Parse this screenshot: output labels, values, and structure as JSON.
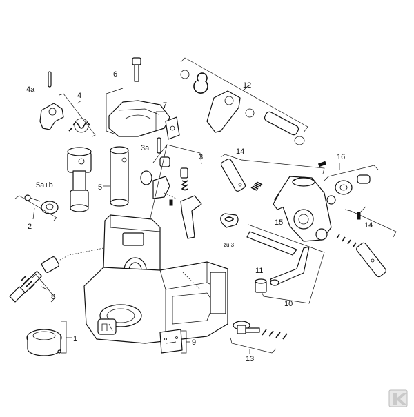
{
  "diagram": {
    "callouts": [
      {
        "id": "c1",
        "label": "1"
      },
      {
        "id": "c2",
        "label": "2"
      },
      {
        "id": "c3",
        "label": "3"
      },
      {
        "id": "c3a",
        "label": "3a"
      },
      {
        "id": "c4",
        "label": "4"
      },
      {
        "id": "c4a",
        "label": "4a"
      },
      {
        "id": "c5",
        "label": "5"
      },
      {
        "id": "c5ab",
        "label": "5a+b"
      },
      {
        "id": "c6",
        "label": "6"
      },
      {
        "id": "c7",
        "label": "7"
      },
      {
        "id": "c8",
        "label": "8"
      },
      {
        "id": "c9",
        "label": "9"
      },
      {
        "id": "c10",
        "label": "10"
      },
      {
        "id": "c11",
        "label": "11"
      },
      {
        "id": "c12",
        "label": "12"
      },
      {
        "id": "c13",
        "label": "13"
      },
      {
        "id": "c14a",
        "label": "14"
      },
      {
        "id": "c14b",
        "label": "14"
      },
      {
        "id": "c15",
        "label": "15"
      },
      {
        "id": "c16",
        "label": "16"
      },
      {
        "id": "czu3",
        "label": "zu 3"
      }
    ]
  }
}
